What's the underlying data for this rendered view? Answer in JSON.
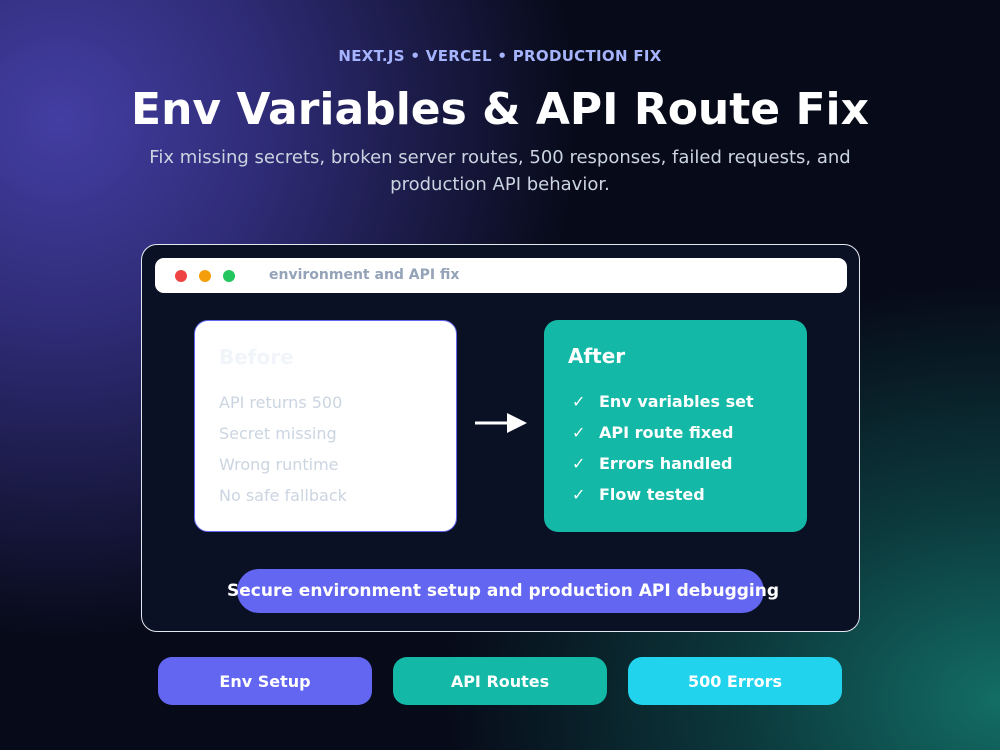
{
  "header": {
    "kicker": "NEXT.JS • VERCEL • PRODUCTION FIX",
    "title": "Env Variables & API Route Fix",
    "subtitle": "Fix missing secrets, broken server routes, 500 responses, failed requests, and production API behavior."
  },
  "window": {
    "title": "environment and API fix",
    "before": {
      "heading": "Before",
      "items": [
        "API returns 500",
        "Secret missing",
        "Wrong runtime",
        "No safe fallback"
      ]
    },
    "after": {
      "heading": "After",
      "check_icon": "✓",
      "items": [
        "Env variables set",
        "API route fixed",
        "Errors handled",
        "Flow tested"
      ]
    },
    "banner": "Secure environment setup and production API debugging"
  },
  "tags": [
    "Env Setup",
    "API Routes",
    "500 Errors"
  ],
  "colors": {
    "indigo": "#6366f1",
    "teal": "#14b8a6",
    "cyan": "#22d3ee",
    "dot_red": "#ef4444",
    "dot_yellow": "#f59e0b",
    "dot_green": "#22c55e"
  },
  "icons": {
    "arrow": "arrow-right-icon",
    "check": "check-icon"
  }
}
